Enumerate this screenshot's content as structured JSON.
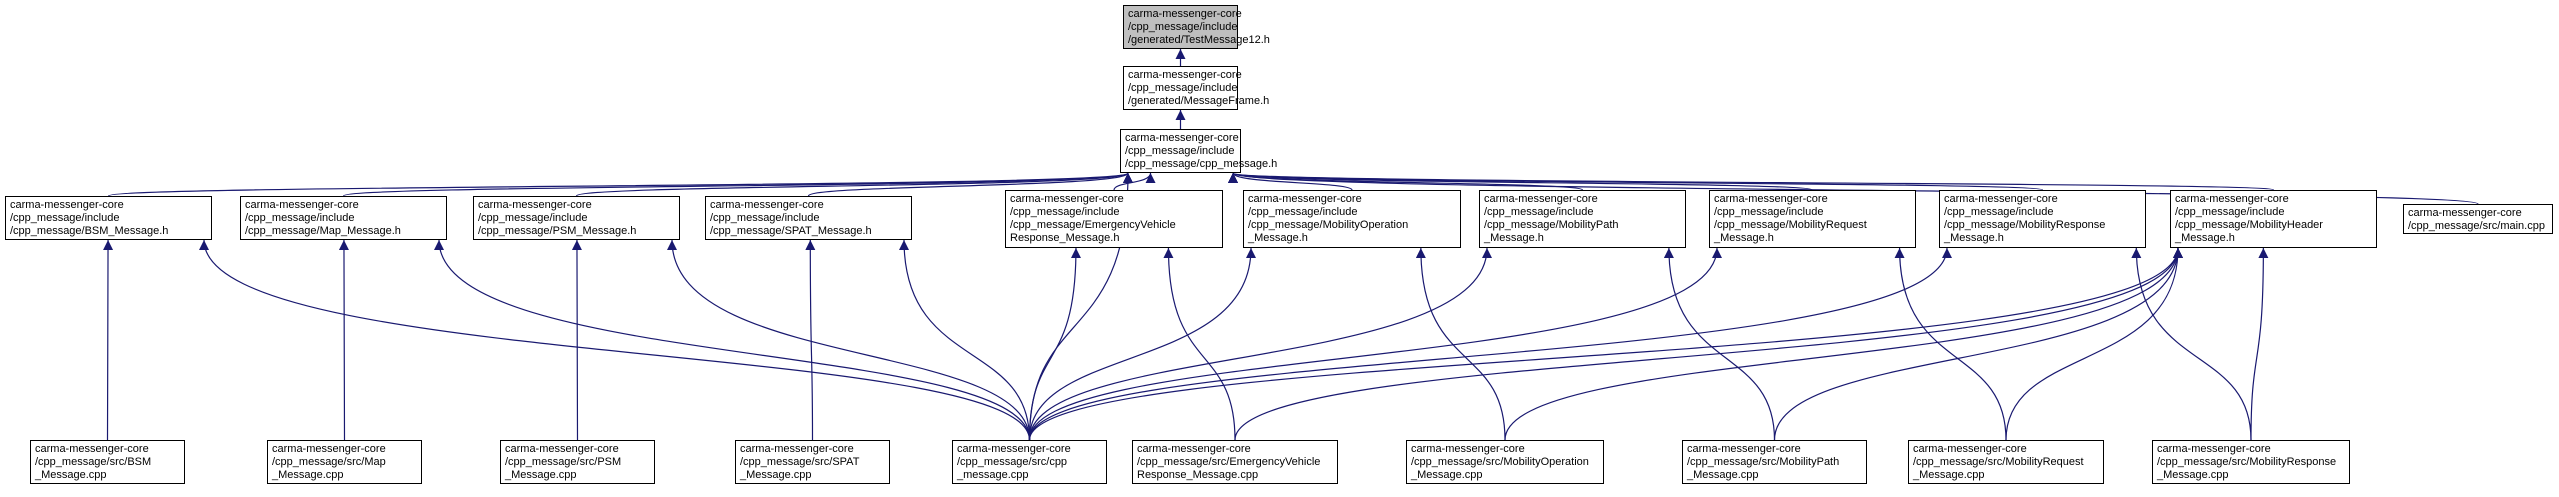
{
  "graph": {
    "edge_color": "#191970",
    "current_node_color": "#bfbfbf",
    "nodes": [
      {
        "id": "test12",
        "current": true,
        "lines": [
          "carma-messenger-core",
          "/cpp_message/include",
          "/generated/TestMessage12.h"
        ]
      },
      {
        "id": "frame",
        "lines": [
          "carma-messenger-core",
          "/cpp_message/include",
          "/generated/MessageFrame.h"
        ]
      },
      {
        "id": "cppmsg",
        "lines": [
          "carma-messenger-core",
          "/cpp_message/include",
          "/cpp_message/cpp_message.h"
        ]
      },
      {
        "id": "bsm_h",
        "lines": [
          "carma-messenger-core",
          "/cpp_message/include",
          "/cpp_message/BSM_Message.h"
        ]
      },
      {
        "id": "map_h",
        "lines": [
          "carma-messenger-core",
          "/cpp_message/include",
          "/cpp_message/Map_Message.h"
        ]
      },
      {
        "id": "psm_h",
        "lines": [
          "carma-messenger-core",
          "/cpp_message/include",
          "/cpp_message/PSM_Message.h"
        ]
      },
      {
        "id": "spat_h",
        "lines": [
          "carma-messenger-core",
          "/cpp_message/include",
          "/cpp_message/SPAT_Message.h"
        ]
      },
      {
        "id": "ev_h",
        "lines": [
          "carma-messenger-core",
          "/cpp_message/include",
          "/cpp_message/EmergencyVehicle",
          "Response_Message.h"
        ]
      },
      {
        "id": "mop_h",
        "lines": [
          "carma-messenger-core",
          "/cpp_message/include",
          "/cpp_message/MobilityOperation",
          "_Message.h"
        ]
      },
      {
        "id": "mpath_h",
        "lines": [
          "carma-messenger-core",
          "/cpp_message/include",
          "/cpp_message/MobilityPath",
          "_Message.h"
        ]
      },
      {
        "id": "mreq_h",
        "lines": [
          "carma-messenger-core",
          "/cpp_message/include",
          "/cpp_message/MobilityRequest",
          "_Message.h"
        ]
      },
      {
        "id": "mresp_h",
        "lines": [
          "carma-messenger-core",
          "/cpp_message/include",
          "/cpp_message/MobilityResponse",
          "_Message.h"
        ]
      },
      {
        "id": "mhdr_h",
        "lines": [
          "carma-messenger-core",
          "/cpp_message/include",
          "/cpp_message/MobilityHeader",
          "_Message.h"
        ]
      },
      {
        "id": "main_cpp",
        "lines": [
          "carma-messenger-core",
          "/cpp_message/src/main.cpp"
        ]
      },
      {
        "id": "bsm_cpp",
        "lines": [
          "carma-messenger-core",
          "/cpp_message/src/BSM",
          "_Message.cpp"
        ]
      },
      {
        "id": "map_cpp",
        "lines": [
          "carma-messenger-core",
          "/cpp_message/src/Map",
          "_Message.cpp"
        ]
      },
      {
        "id": "psm_cpp",
        "lines": [
          "carma-messenger-core",
          "/cpp_message/src/PSM",
          "_Message.cpp"
        ]
      },
      {
        "id": "spat_cpp",
        "lines": [
          "carma-messenger-core",
          "/cpp_message/src/SPAT",
          "_Message.cpp"
        ]
      },
      {
        "id": "cppmsg_cpp",
        "lines": [
          "carma-messenger-core",
          "/cpp_message/src/cpp",
          "_message.cpp"
        ]
      },
      {
        "id": "ev_cpp",
        "lines": [
          "carma-messenger-core",
          "/cpp_message/src/EmergencyVehicle",
          "Response_Message.cpp"
        ]
      },
      {
        "id": "mop_cpp",
        "lines": [
          "carma-messenger-core",
          "/cpp_message/src/MobilityOperation",
          "_Message.cpp"
        ]
      },
      {
        "id": "mpath_cpp",
        "lines": [
          "carma-messenger-core",
          "/cpp_message/src/MobilityPath",
          "_Message.cpp"
        ]
      },
      {
        "id": "mreq_cpp",
        "lines": [
          "carma-messenger-core",
          "/cpp_message/src/MobilityRequest",
          "_Message.cpp"
        ]
      },
      {
        "id": "mresp_cpp",
        "lines": [
          "carma-messenger-core",
          "/cpp_message/src/MobilityResponse",
          "_Message.cpp"
        ]
      }
    ],
    "edges": [
      [
        "frame",
        "test12"
      ],
      [
        "cppmsg",
        "frame"
      ],
      [
        "bsm_h",
        "cppmsg"
      ],
      [
        "map_h",
        "cppmsg"
      ],
      [
        "psm_h",
        "cppmsg"
      ],
      [
        "spat_h",
        "cppmsg"
      ],
      [
        "ev_h",
        "cppmsg"
      ],
      [
        "mop_h",
        "cppmsg"
      ],
      [
        "mpath_h",
        "cppmsg"
      ],
      [
        "mreq_h",
        "cppmsg"
      ],
      [
        "mresp_h",
        "cppmsg"
      ],
      [
        "mhdr_h",
        "cppmsg"
      ],
      [
        "main_cpp",
        "cppmsg"
      ],
      [
        "cppmsg_cpp",
        "cppmsg"
      ],
      [
        "bsm_cpp",
        "bsm_h"
      ],
      [
        "cppmsg_cpp",
        "bsm_h"
      ],
      [
        "map_cpp",
        "map_h"
      ],
      [
        "cppmsg_cpp",
        "map_h"
      ],
      [
        "psm_cpp",
        "psm_h"
      ],
      [
        "cppmsg_cpp",
        "psm_h"
      ],
      [
        "spat_cpp",
        "spat_h"
      ],
      [
        "cppmsg_cpp",
        "spat_h"
      ],
      [
        "ev_cpp",
        "ev_h"
      ],
      [
        "cppmsg_cpp",
        "ev_h"
      ],
      [
        "mop_cpp",
        "mop_h"
      ],
      [
        "cppmsg_cpp",
        "mop_h"
      ],
      [
        "mpath_cpp",
        "mpath_h"
      ],
      [
        "cppmsg_cpp",
        "mpath_h"
      ],
      [
        "mreq_cpp",
        "mreq_h"
      ],
      [
        "cppmsg_cpp",
        "mreq_h"
      ],
      [
        "mresp_cpp",
        "mresp_h"
      ],
      [
        "cppmsg_cpp",
        "mresp_h"
      ],
      [
        "cppmsg_cpp",
        "mhdr_h"
      ],
      [
        "ev_cpp",
        "mhdr_h"
      ],
      [
        "mop_cpp",
        "mhdr_h"
      ],
      [
        "mpath_cpp",
        "mhdr_h"
      ],
      [
        "mreq_cpp",
        "mhdr_h"
      ],
      [
        "mresp_cpp",
        "mhdr_h"
      ]
    ]
  }
}
